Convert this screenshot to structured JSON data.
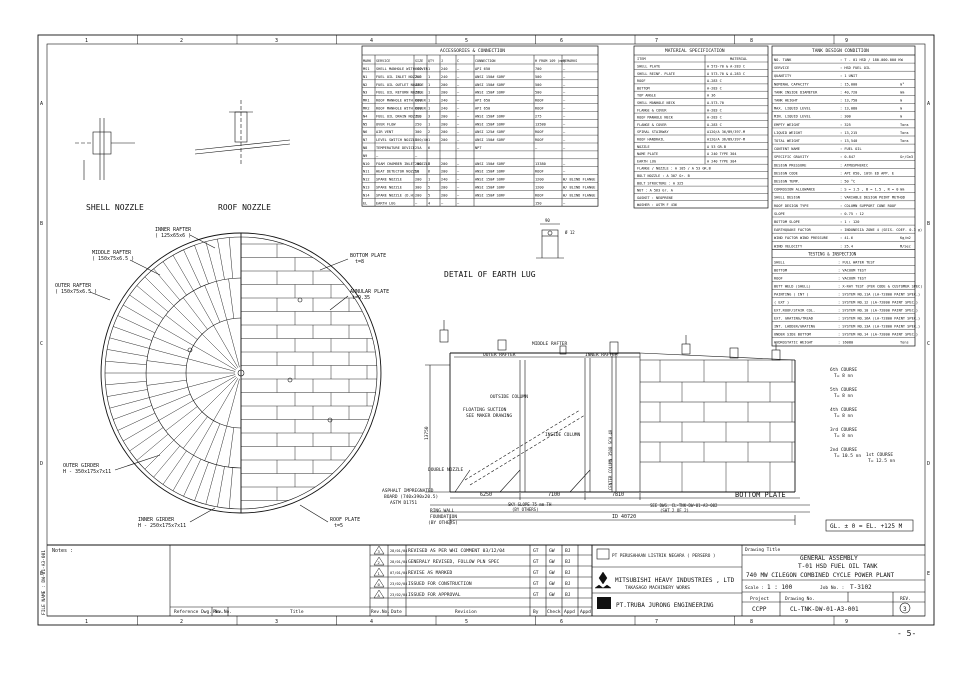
{
  "grid": {
    "top_cols": [
      "1",
      "2",
      "3",
      "4",
      "5",
      "6",
      "7",
      "8",
      "9"
    ],
    "bottom_cols": [
      "1",
      "2",
      "3",
      "4",
      "5",
      "6",
      "7",
      "8",
      "9"
    ],
    "rows": [
      "A",
      "B",
      "C",
      "D",
      "E"
    ]
  },
  "accessories": {
    "title": "ACCESSORIES & CONNECTION",
    "headers": [
      "MARK",
      "SERVICE",
      "SIZE",
      "QTY",
      "J",
      "C",
      "CONNECTION",
      "H FROM 109 (mm)",
      "REMARKS"
    ],
    "rows": [
      [
        "MS1",
        "SHELL MANHOLE WITH COVER",
        "600",
        "1",
        "240",
        "—",
        "API 650",
        "700",
        "—"
      ],
      [
        "N1",
        "FUEL OIL INLET NOZZLE",
        "200",
        "1",
        "240",
        "—",
        "ANSI 150# SORF",
        "500",
        "—"
      ],
      [
        "N2",
        "FUEL OIL OUTLET NOZZLE",
        "400",
        "1",
        "200",
        "—",
        "ANSI 150# SORF",
        "500",
        "—"
      ],
      [
        "N3",
        "FUEL OIL RETURN NOZZLE",
        "200",
        "1",
        "200",
        "—",
        "ANSI 150# SORF",
        "500",
        "—"
      ],
      [
        "MR1",
        "ROOF MANHOLE WITH COVER",
        "600",
        "1",
        "240",
        "—",
        "API 650",
        "ROOF",
        "—"
      ],
      [
        "MR2",
        "ROOF MANHOLE WITH COVER",
        "600",
        "1",
        "240",
        "—",
        "API 650",
        "ROOF",
        "—"
      ],
      [
        "N4",
        "FUEL OIL DRAIN NOZZLE",
        "150",
        "3",
        "200",
        "—",
        "ANSI 150# SORF",
        "275",
        "—"
      ],
      [
        "N5",
        "OVER FLOW",
        "250",
        "1",
        "200",
        "—",
        "ANSI 150# SORF",
        "13580",
        "—"
      ],
      [
        "N6",
        "AIR VENT",
        "300",
        "2",
        "200",
        "—",
        "ANSI 125# SORF",
        "ROOF",
        "—"
      ],
      [
        "N7",
        "LEVEL SWITCH NOZZLE",
        "100/40",
        "1",
        "200",
        "—",
        "ANSI 150# SORF",
        "ROOF",
        "—"
      ],
      [
        "N8",
        "TEMPERATURE DEVICE",
        "25A",
        "6",
        "",
        "—",
        "NPT",
        "—",
        "—"
      ],
      [
        "N9",
        "—",
        "—",
        "",
        "",
        "",
        "",
        "",
        ""
      ],
      [
        "N10",
        "FOAM CHAMBER INLET NOZZLE",
        "200",
        "3",
        "200",
        "—",
        "ANSI 150# SORF",
        "13380",
        "—"
      ],
      [
        "N11",
        "HEAT DETECTOR NOZZLE",
        "50",
        "6",
        "200",
        "—",
        "ANSI 150# SORF",
        "ROOF",
        "—"
      ],
      [
        "N12",
        "SPARE NOZZLE",
        "200",
        "1",
        "240",
        "—",
        "ANSI 150# SORF",
        "1200",
        "W/ BLIND FLANGE"
      ],
      [
        "N13",
        "SPARE NOZZLE",
        "300",
        "5",
        "200",
        "—",
        "ANSI 150# SORF",
        "1200",
        "W/ BLIND FLANGE"
      ],
      [
        "N14",
        "SPARE NOZZLE (D.H)",
        "200",
        "5",
        "200",
        "—",
        "ANSI 150# SORF",
        "ROOF",
        "W/ BLIND FLANGE"
      ],
      [
        "EL",
        "EARTH LUG",
        "—",
        "4",
        "—",
        "—",
        "",
        "150",
        "—"
      ]
    ]
  },
  "material": {
    "title": "MATERIAL SPECIFICATION",
    "headers": [
      "ITEM",
      "MATERIAL"
    ],
    "rows": [
      [
        "SHELL PLATE",
        "A 573-70 & A-283 C"
      ],
      [
        "SHELL REINF. PLATE",
        "A 573-70 & A-283 C"
      ],
      [
        "ROOF",
        "A-283 C"
      ],
      [
        "BOTTOM",
        "A-283 C"
      ],
      [
        "TOP ANGLE",
        "A 36"
      ],
      [
        "SHELL MANHOLE   NECK",
        "A-573-70"
      ],
      [
        "                FLANGE & COVER",
        "A-283 C"
      ],
      [
        "ROOF MANHOLE    NECK",
        "A-283 C"
      ],
      [
        "                FLANGE & COVER",
        "A-283 C"
      ],
      [
        "SPIRAL STAIRWAY",
        "A120/A 36/B9/397-M"
      ],
      [
        "ROOF HANDRAIL",
        "A120/A 36/B9/397-M"
      ],
      [
        "NOZZLE",
        "A 53 GR.B"
      ],
      [
        "NAME PLATE",
        "A 240 TYPE 304"
      ],
      [
        "EARTH LUG",
        "A 240 TYPE 304"
      ],
      [
        "FLANGE / NOZZLE   : A 105 / A 53 GR.B",
        ""
      ],
      [
        "BOLT NOZZLE       : A 307 Gr. B",
        ""
      ],
      [
        "BOLT STRUCTURE    : A 325",
        ""
      ],
      [
        "NUT               : A 563 Gr. A",
        ""
      ],
      [
        "GASKET            : NEOPRENE",
        ""
      ],
      [
        "WASHER            : ASTM F 436",
        ""
      ]
    ]
  },
  "condition": {
    "title": "TANK DESIGN CONDITION",
    "rows": [
      [
        "NO. TANK",
        ": T - 01 HSD / 180.000.000 KW",
        ""
      ],
      [
        "SERVICE",
        ": HSD FUEL OIL",
        ""
      ],
      [
        "QUANTITY",
        ": 1 UNIT",
        ""
      ],
      [
        "NOMINAL CAPACITY",
        ": 15,000",
        "m³"
      ],
      [
        "TANK INSIDE DIAMETER",
        ": 40,720",
        "mm"
      ],
      [
        "TANK HEIGHT",
        ": 13,750",
        "m"
      ],
      [
        "MAX. LIQUID LEVEL",
        ": 13,080",
        "m"
      ],
      [
        "MIN. LIQUID LEVEL",
        ": 300",
        "m"
      ],
      [
        "EMPTY WEIGHT",
        ": 325",
        "Tons"
      ],
      [
        "LIQUID WEIGHT",
        ": 13,215",
        "Tons"
      ],
      [
        "TOTAL WEIGHT",
        ": 13,540",
        "Tons"
      ],
      [
        "CONTENT   NAME",
        ": FUEL OIL",
        ""
      ],
      [
        "          SPECIFIC GRAVITY",
        ": 0.847",
        "Gr/Cm3"
      ],
      [
        "DESIGN PRESSURE",
        ": ATMOSPHERIC",
        ""
      ],
      [
        "DESIGN CODE",
        ": API 650, 10th ED APP. E",
        ""
      ],
      [
        "DESIGN TEMP.",
        ": 50 °C",
        ""
      ],
      [
        "CORROSION ALLOWANCE",
        ": S = 1.5 , B = 1.5 , R = 0",
        "mm"
      ],
      [
        "SHELL DESIGN",
        ": VARIABLE DESIGN POINT METHOD",
        ""
      ],
      [
        "ROOF DESIGN   TYPE",
        ": COLUMN SUPPORT CONE ROOF",
        ""
      ],
      [
        "              SLOPE",
        ": 0.75 : 12",
        ""
      ],
      [
        "BOTTOM SLOPE",
        ": 1 : 120",
        ""
      ],
      [
        "EARTHQUAKE FACTOR",
        ": INDONESIA ZONE 4 (SEIS. COEF. 0.3 g)",
        ""
      ],
      [
        "WIND FACTOR  WIND PRESSURE",
        ": 41.6",
        "Kg/m2"
      ],
      [
        "             WIND VELOCITY",
        ": 25.4",
        "M/Sec"
      ]
    ],
    "testing_title": "TESTING & INSPECTION",
    "testing": [
      [
        "SHELL",
        ": FULL WATER TEST"
      ],
      [
        "BOTTOM",
        ": VACUUM TEST"
      ],
      [
        "ROOF",
        ": VACUUM TEST"
      ],
      [
        "BUTT WELD (SHELL)",
        ": X-RAY TEST (PER CODE & CUSTOMER SPEC)"
      ],
      [
        "PAINTING  ( INT )",
        ": SYSTEM NO.11A (LA-72800 PAINT SPEC.)"
      ],
      [
        "          ( EXT )",
        ": SYSTEM NO.12 (LA-72800 PAINT SPEC.)"
      ],
      [
        "EXT.ROOF/STAIR COL.",
        ": SYSTEM NO.10 (LA-72800 PAINT SPEC.)"
      ],
      [
        "EXT. GRATING/TREAD",
        ": SYSTEM NO.16A (LA-72800 PAINT SPEC.)"
      ],
      [
        "INT. LADDER/GRATING",
        ": SYSTEM NO.13A (LA-72800 PAINT SPEC.)"
      ],
      [
        "UNDER SIDE BOTTOM",
        ": SYSTEM NO.14 (LA-72800 PAINT SPEC.)"
      ],
      [
        "HYDROSTATIC WEIGHT",
        ": 16080",
        "Tons"
      ]
    ]
  },
  "drawing_labels": {
    "shell_nozzle": "SHELL NOZZLE",
    "roof_nozzle": "ROOF NOZZLE",
    "earth_lug": "DETAIL OF EARTH LUG",
    "inner_rafter": "INNER RAFTER",
    "inner_rafter_size": "( 125x65x6 )",
    "middle_rafter": "MIDDLE RAFTER",
    "middle_rafter_size": "( 150x75x6.5 )",
    "outer_rafter": "OUTER RAFTER",
    "outer_rafter_size": "( 150x75x6.5 )",
    "bottom_plate": "BOTTOM PLATE",
    "bottom_plate_t": "t=8",
    "annular_plate": "ANNULAR PLATE",
    "annular_plate_t": "t=9.35",
    "outer_girder": "OUTER GIRDER",
    "outer_girder_size": "H - 350x175x7x11",
    "inner_girder": "INNER GIRDER",
    "inner_girder_size": "H - 250x175x7x11",
    "roof_plate": "ROOF PLATE",
    "roof_plate_t": "t=5",
    "outside_column": "OUTSIDE COLUMN",
    "inside_column": "INSIDE COLUMN",
    "floating_suction": "FLOATING SUCTION",
    "see_maker": "SEE MAKER DRAWING",
    "center_column": "CENTER COLUMN 3508 SCH.40",
    "double_nozzle": "DOUBLE NOZZLE",
    "asphalt": "ASPHALT IMPREGNATED",
    "asphalt2": "BOARD (740x390x20.5)",
    "asphalt3": "ASTM D1751",
    "ring_wall": "RING WALL",
    "ring_wall2": "FOUNDATION",
    "ring_wall3": "(BY OTHERS)",
    "outer_rafter_elev": "OUTER RAFTER",
    "middle_rafter_elev": "MIDDLE RAFTER",
    "inner_rafter_elev": "INNER RAFTER",
    "bottom_plate_elev": "BOTTOM PLATE",
    "dim_6250": "6250",
    "dim_7100": "7100",
    "dim_7810": "7810",
    "id_dim": "ID 40720",
    "height_dim": "13750",
    "gl_note": "GL. ± 0 = EL. +125 M",
    "course_6": "6th COURSE",
    "course_6_t": "T= 8 nn",
    "course_5": "5th COURSE",
    "course_5_t": "T= 8 nn",
    "course_4": "4th COURSE",
    "course_4_t": "T= 8 nn",
    "course_3": "3rd COURSE",
    "course_3_t": "T= 8 nn",
    "course_2": "2nd COURSE",
    "course_2_t": "T= 10.5 nn",
    "course_1": "1st COURSE",
    "course_1_t": "T= 12.5 nn",
    "rafter_note": "SEE DWG. CL-TNK-DW-01-A3-002",
    "rafter_note2": "(SHT 2 OF 2)",
    "sky_note": "SKY SLOPE 75 mm TH",
    "sky_note2": "(BY OTHERS)"
  },
  "title_block": {
    "notes_label": "Notes :",
    "revisions": [
      [
        "3",
        "28/01/04",
        "REVISED AS PER WHI COMMENT 03/12/04",
        "GT",
        "GW",
        "BJ",
        ""
      ],
      [
        "2",
        "28/01/04",
        "GENERALY REVISED, FOLLOW PLN SPEC",
        "GT",
        "GW",
        "BJ",
        ""
      ],
      [
        "1",
        "07/01/04",
        "REVISE AS MARKED",
        "GT",
        "GW",
        "BJ",
        ""
      ],
      [
        "0",
        "23/02/04",
        "ISSUED FOR CONSTRUCTION",
        "GT",
        "GW",
        "BJ",
        ""
      ],
      [
        "A",
        "23/02/04",
        "ISSUED FOR APPROVAL",
        "GT",
        "GW",
        "BJ",
        ""
      ]
    ],
    "footer_headers": [
      "Reference Dwg. No.",
      "Rev.No.",
      "Title",
      "Rev.No.",
      "Date",
      "Revision",
      "By",
      "Check",
      "Appd",
      "Appd"
    ],
    "pln": "PT PERUSAHAAN LISTRIK NEGARA ( PERSERO )",
    "mhi": "MITSUBISHI HEAVY INDUSTRIES , LTD",
    "takasago": "TAKASAGO MACHINERY WORKS",
    "truba": "PT.TRUBA JURONG ENGINEERING",
    "drawing_title_label": "Drawing Title",
    "drawing_title1": "GENERAL ASSEMBLY",
    "drawing_title2": "T-01 HSD FUEL OIL TANK",
    "plant": "740 MW CILEGON COMBINED CYCLE POWER PLANT",
    "scale_label": "Scale :",
    "scale": "1 : 100",
    "job_label": "Job No. :",
    "job": "T-3102",
    "project_label": "Project",
    "project": "CCPP",
    "drawing_no_label": "Drawing No.",
    "drawing_no": "CL-TNK-DW-01-A3-001",
    "rev_label": "REV.",
    "rev": "3",
    "file_name": "FILE NAME : DW-01-A3-001",
    "page": "- 5-"
  }
}
